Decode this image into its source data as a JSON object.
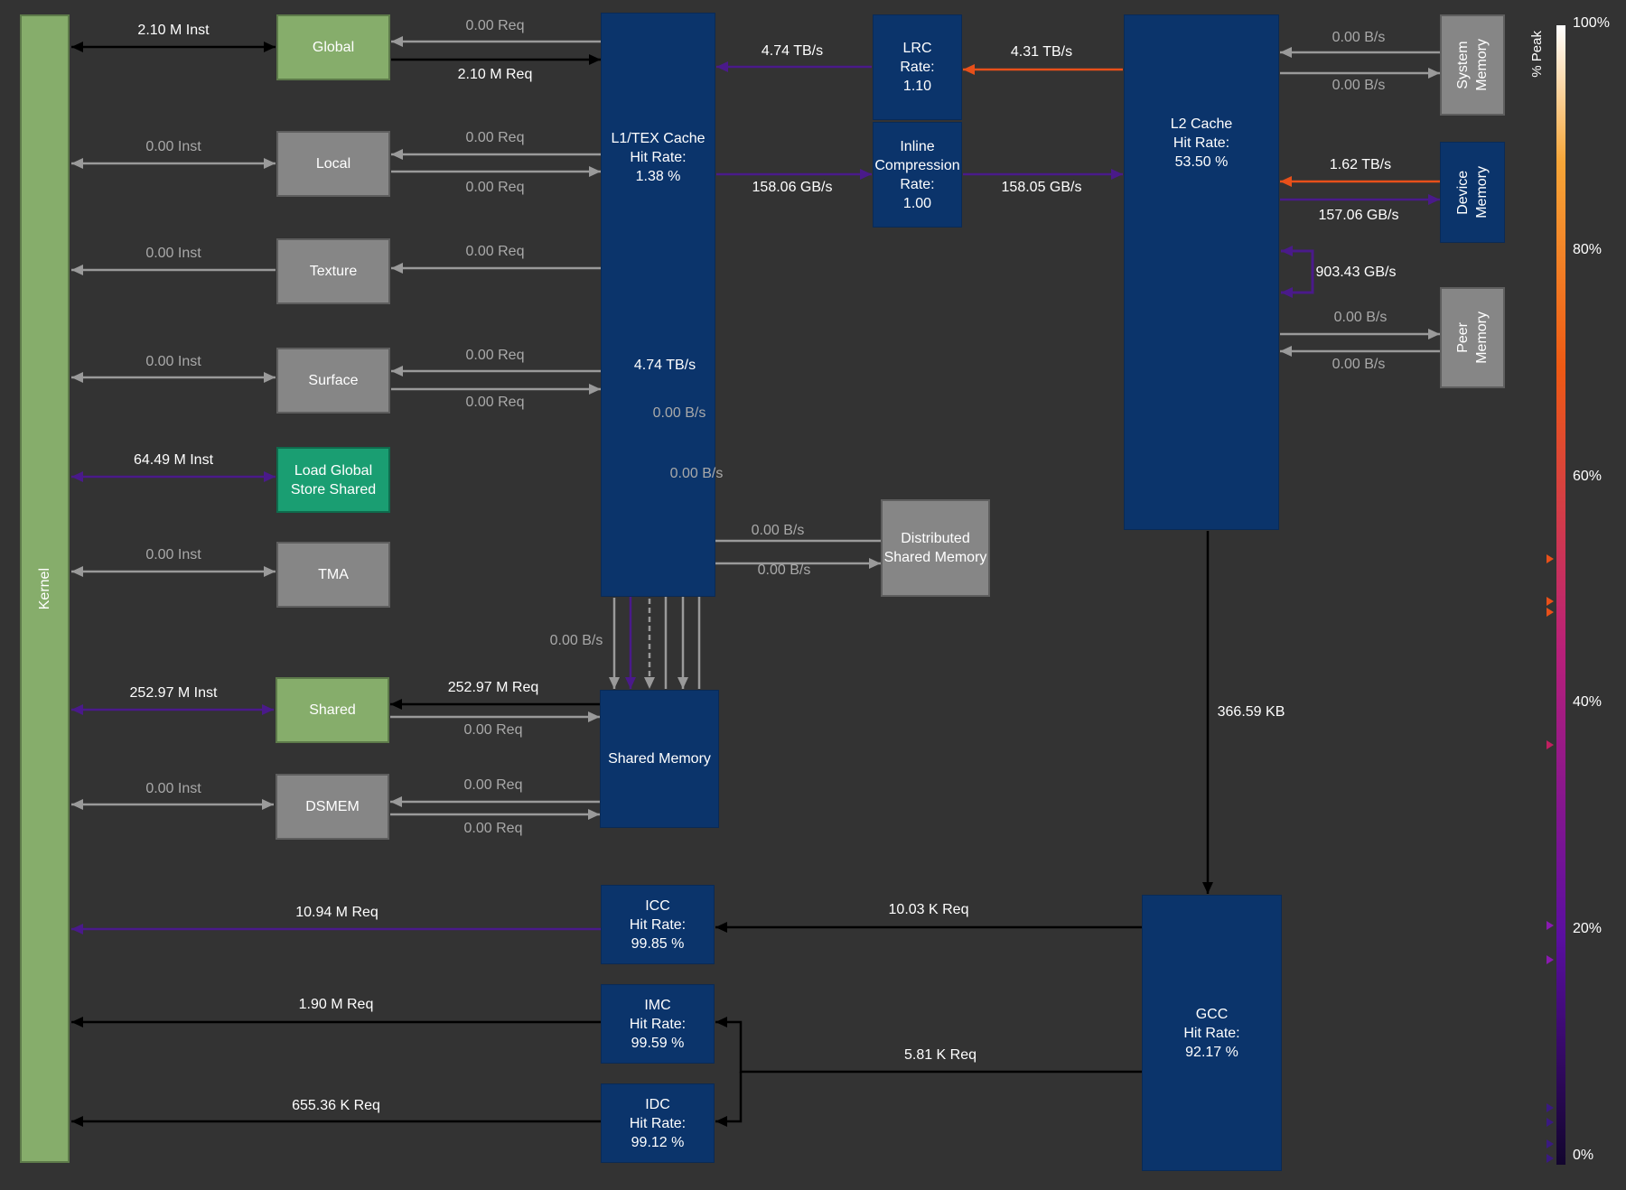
{
  "units": {
    "kernel": "Kernel",
    "global": "Global",
    "local": "Local",
    "texture": "Texture",
    "surface": "Surface",
    "lgss": "Load Global Store Shared",
    "tma": "TMA",
    "shared": "Shared",
    "dsmem": "DSMEM",
    "l1tex": "L1/TEX Cache\nHit Rate:\n1.38 %",
    "lrc": "LRC\nRate:\n1.10",
    "inline_comp": "Inline\nCompression\nRate:\n1.00",
    "l2": "L2 Cache\nHit Rate:\n53.50 %",
    "system_memory": "System\nMemory",
    "device_memory": "Device\nMemory",
    "peer_memory": "Peer\nMemory",
    "dist_shared_memory": "Distributed\nShared Memory",
    "shared_memory": "Shared Memory",
    "icc": "ICC\nHit Rate:\n99.85 %",
    "imc": "IMC\nHit Rate:\n99.59 %",
    "idc": "IDC\nHit Rate:\n99.12 %",
    "gcc": "GCC\nHit Rate:\n92.17 %"
  },
  "metrics": {
    "kernel_global_inst": "2.10 M Inst",
    "global_l1_req_in": "0.00 Req",
    "global_l1_req_out": "2.10 M Req",
    "kernel_local_inst": "0.00 Inst",
    "local_req_in": "0.00 Req",
    "local_req_out": "0.00 Req",
    "kernel_texture_inst": "0.00 Inst",
    "texture_req": "0.00 Req",
    "kernel_surface_inst": "0.00 Inst",
    "surface_req_in": "0.00 Req",
    "surface_req_out": "0.00 Req",
    "kernel_lgss_inst": "64.49 M Inst",
    "kernel_tma_inst": "0.00 Inst",
    "kernel_shared_inst": "252.97 M Inst",
    "shared_req_in": "252.97 M Req",
    "shared_req_out": "0.00 Req",
    "kernel_dsmem_inst": "0.00 Inst",
    "dsmem_req_in": "0.00 Req",
    "dsmem_req_out": "0.00 Req",
    "l1_lrc_bw": "4.74 TB/s",
    "l1_inline_bw": "158.06 GB/s",
    "lrc_l2_bw": "4.31 TB/s",
    "inline_l2_bw": "158.05 GB/s",
    "l2_sys_in": "0.00 B/s",
    "l2_sys_out": "0.00 B/s",
    "l2_dev_in": "1.62 TB/s",
    "l2_dev_out": "157.06 GB/s",
    "l2_loop": "903.43 GB/s",
    "l2_peer_in": "0.00 B/s",
    "l2_peer_out": "0.00 B/s",
    "l1_smem_bw": "4.74 TB/s",
    "l1_smem_b1": "0.00 B/s",
    "l1_smem_b2": "0.00 B/s",
    "smem_dist_in": "0.00 B/s",
    "smem_dist_out": "0.00 B/s",
    "smem_left": "0.00 B/s",
    "l2_gcc": "366.59 KB",
    "icc_kernel": "10.94 M Req",
    "gcc_icc": "10.03 K Req",
    "imc_kernel": "1.90 M Req",
    "gcc_imc": "5.81 K Req",
    "idc_kernel": "655.36 K Req"
  },
  "legend": {
    "title": "% Peak",
    "ticks": [
      "100%",
      "80%",
      "60%",
      "40%",
      "20%",
      "0%"
    ]
  },
  "colors": {
    "background": "#333333",
    "unit_green": "#86ad6b",
    "unit_gray": "#868686",
    "unit_teal": "#1a9e72",
    "unit_blue": "#0b346b",
    "link_black": "#000000",
    "link_gray": "#9a9a9a",
    "link_purple": "#4a1a8a",
    "link_orange": "#e8501a"
  }
}
